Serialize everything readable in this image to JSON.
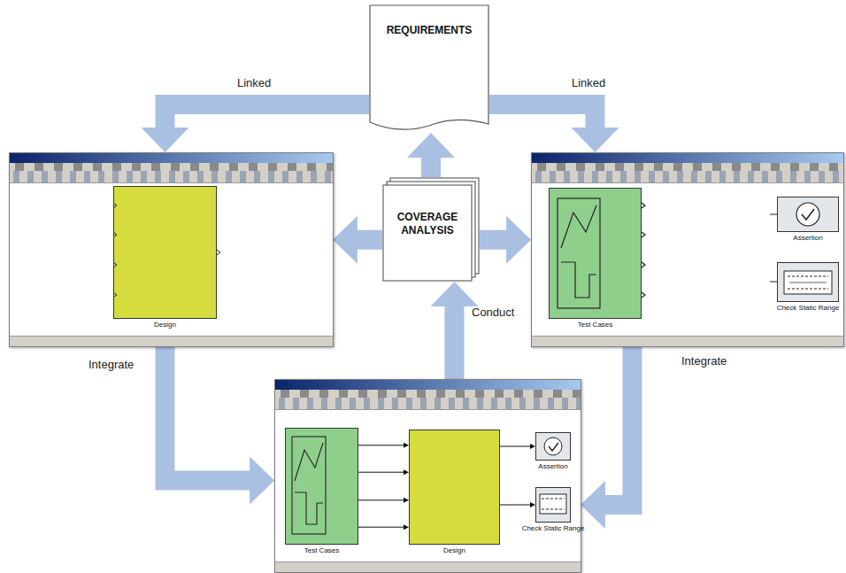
{
  "diagram": {
    "nodes": [
      {
        "text": [
          "REQUIREMENTS"
        ]
      },
      {
        "text": [
          "COVERAGE ANALYSIS"
        ]
      },
      {
        "text": [
          "Design"
        ]
      },
      {
        "text": [
          "Test Cases"
        ]
      },
      {
        "text": [
          "Assertion"
        ]
      },
      {
        "text": [
          "Check Static Range"
        ]
      },
      {
        "text": [
          "Test Cases"
        ]
      },
      {
        "text": [
          "Design"
        ]
      },
      {
        "text": [
          "Assertion"
        ]
      },
      {
        "text": [
          "Check Static Range"
        ]
      }
    ],
    "edges": [
      {
        "from": 1,
        "to": 0,
        "arrow": "to"
      },
      {
        "from": 1,
        "to": 2,
        "arrow": "to"
      },
      {
        "from": 1,
        "to": 3,
        "arrow": "to"
      },
      {
        "from": 0,
        "to": 2,
        "label": "Linked",
        "arrow": "to"
      },
      {
        "from": 0,
        "to": 3,
        "label": "Linked",
        "arrow": "to"
      },
      {
        "from": 2,
        "to": 6,
        "label": "Integrate",
        "arrow": "to"
      },
      {
        "from": 3,
        "to": 9,
        "label": "Integrate",
        "arrow": "to"
      },
      {
        "from": 7,
        "to": 1,
        "label": "Conduct",
        "arrow": "to"
      },
      {
        "from": 6,
        "to": 7,
        "arrow": "to"
      },
      {
        "from": 6,
        "to": 7,
        "arrow": "to"
      },
      {
        "from": 6,
        "to": 7,
        "arrow": "to"
      },
      {
        "from": 6,
        "to": 7,
        "arrow": "to"
      },
      {
        "from": 7,
        "to": 8,
        "arrow": "to"
      },
      {
        "from": 7,
        "to": 9,
        "arrow": "to"
      }
    ]
  }
}
